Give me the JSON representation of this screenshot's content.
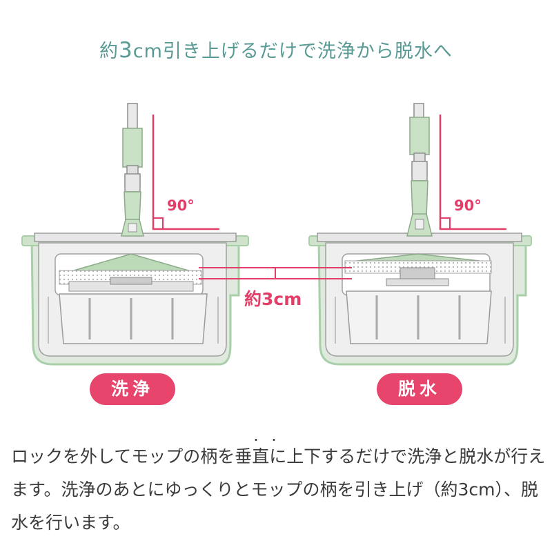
{
  "headline": {
    "prefix": "約",
    "number": "3",
    "suffix": "cm引き上げるだけで洗浄から脱水へ"
  },
  "diagram": {
    "angle_left": "90°",
    "angle_right": "90°",
    "lift_amount": "約3cm",
    "mode_wash": "洗浄",
    "mode_spin": "脱水"
  },
  "emphasis_marks": "・・",
  "description": "ロックを外してモップの柄を垂直に上下するだけで洗浄と脱水が行えます。洗浄のあとにゆっくりとモップの柄を引き上げ（約3cm）、脱水を行います。",
  "colors": {
    "accent_pink": "#e8456d",
    "bucket_green": "#a9cfa9",
    "headline_teal": "#5a9a94"
  }
}
